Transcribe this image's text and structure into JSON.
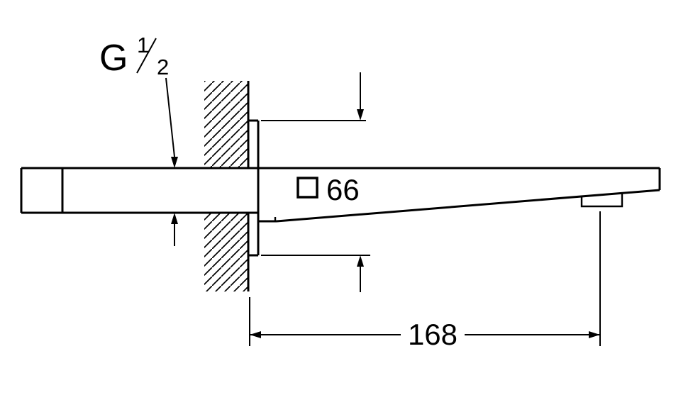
{
  "colors": {
    "line": "#000000",
    "background": "#ffffff"
  },
  "thread_callout": {
    "prefix": "G",
    "numerator": "1",
    "denominator": "2"
  },
  "dimensions": {
    "flange_size": "66",
    "spout_length": "168"
  }
}
